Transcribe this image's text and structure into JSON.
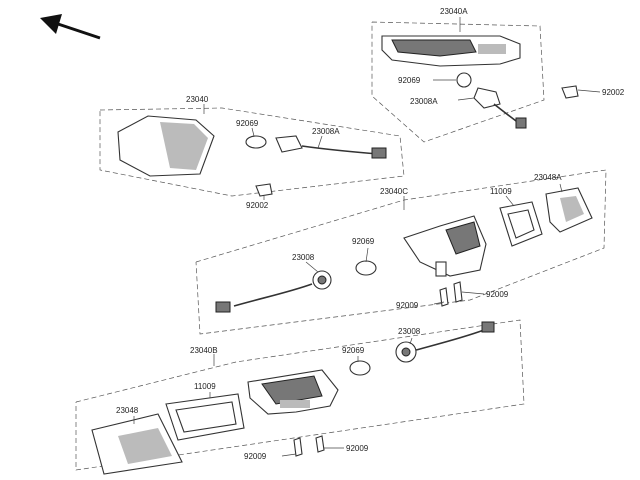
{
  "callouts": {
    "c23040A": "23040A",
    "c92069_a": "92069",
    "c92002_a": "92002",
    "c23008A_a": "23008A",
    "c23040": "23040",
    "c92069_b": "92069",
    "c23008A_b": "23008A",
    "c92002_b": "92002",
    "c23040C": "23040C",
    "c11009_a": "11009",
    "c23048A": "23048A",
    "c23008_a": "23008",
    "c92069_c": "92069",
    "c92009_a": "92009",
    "c92009_b": "92009",
    "c23040B": "23040B",
    "c23008_b": "23008",
    "c92069_d": "92069",
    "c11009_b": "11009",
    "c23048": "23048",
    "c92009_c": "92009",
    "c92009_d": "92009"
  },
  "colors": {
    "ink": "#222222",
    "background": "#ffffff"
  },
  "icons": {
    "direction": "arrow-icon"
  }
}
